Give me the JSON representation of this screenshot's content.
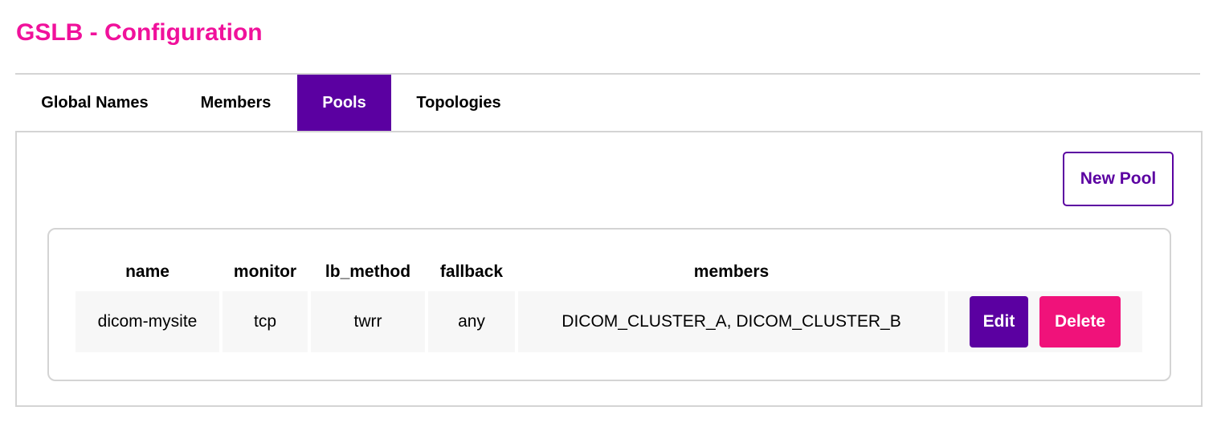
{
  "page": {
    "title": "GSLB - Configuration"
  },
  "tabs": [
    {
      "label": "Global Names",
      "active": false
    },
    {
      "label": "Members",
      "active": false
    },
    {
      "label": "Pools",
      "active": true
    },
    {
      "label": "Topologies",
      "active": false
    }
  ],
  "toolbar": {
    "new_pool_label": "New Pool"
  },
  "table": {
    "columns": [
      "name",
      "monitor",
      "lb_method",
      "fallback",
      "members",
      ""
    ],
    "rows": [
      {
        "name": "dicom-mysite",
        "monitor": "tcp",
        "lb_method": "twrr",
        "fallback": "any",
        "members": "DICOM_CLUSTER_A, DICOM_CLUSTER_B",
        "edit_label": "Edit",
        "delete_label": "Delete"
      }
    ]
  },
  "colors": {
    "title": "#f0119b",
    "accent": "#5b00a1",
    "danger": "#f0127a",
    "border": "#d4d4d4",
    "cell_bg": "#f7f7f7"
  }
}
